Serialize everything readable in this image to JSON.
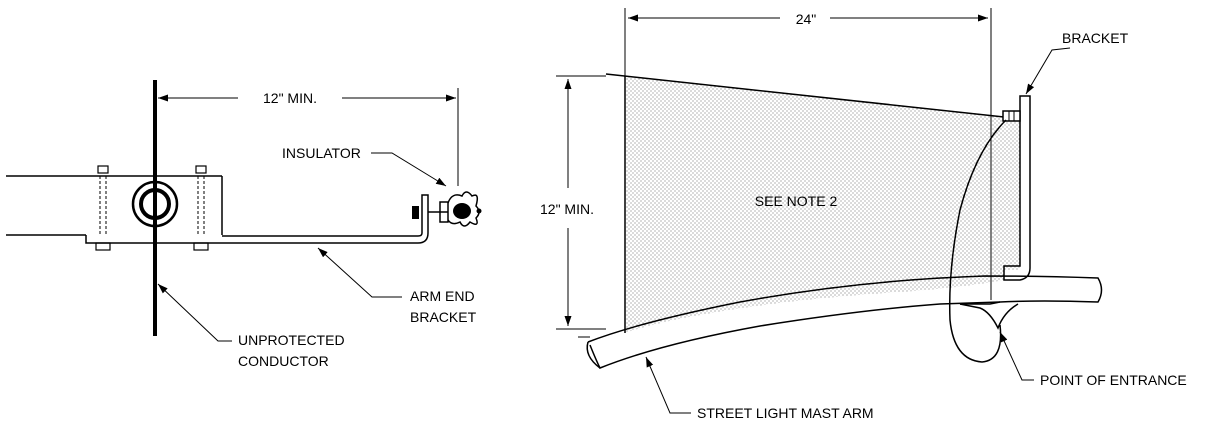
{
  "left_detail": {
    "dimension_label": "12\" MIN.",
    "insulator_label": "INSULATOR",
    "arm_end_bracket_label_line1": "ARM  END",
    "arm_end_bracket_label_line2": "BRACKET",
    "conductor_label_line1": "UNPROTECTED",
    "conductor_label_line2": "CONDUCTOR"
  },
  "right_detail": {
    "width_dimension_label": "24\"",
    "height_dimension_label": "12\" MIN.",
    "bracket_label": "BRACKET",
    "note_label": "SEE NOTE 2",
    "entrance_label": "POINT OF ENTRANCE",
    "mast_arm_label": "STREET LIGHT MAST ARM"
  },
  "colors": {
    "line": "#000000",
    "stipple": "#808080",
    "background": "#ffffff"
  }
}
